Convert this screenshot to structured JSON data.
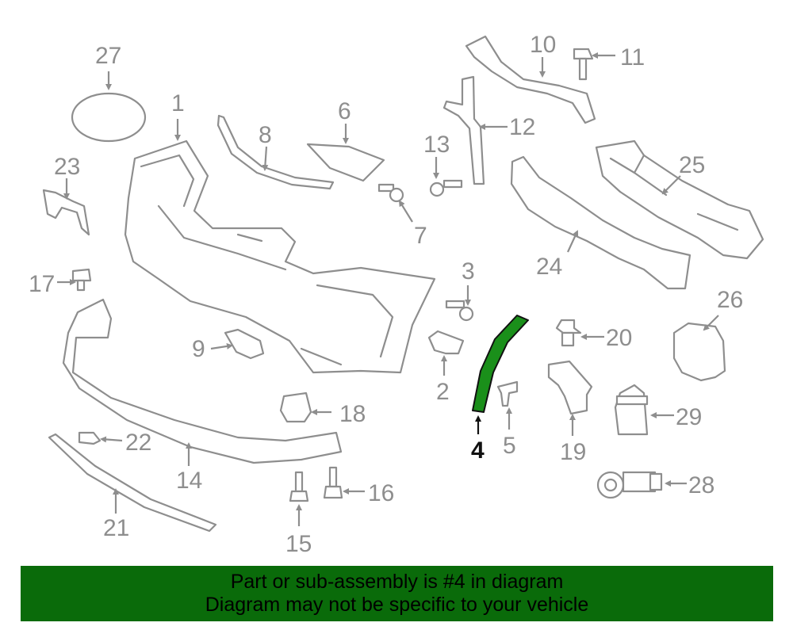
{
  "diagram": {
    "highlight_color": "#1a8f1a",
    "highlighted_part": "4",
    "callouts": [
      {
        "id": "1",
        "text": "1"
      },
      {
        "id": "2",
        "text": "2"
      },
      {
        "id": "3",
        "text": "3"
      },
      {
        "id": "4",
        "text": "4"
      },
      {
        "id": "5",
        "text": "5"
      },
      {
        "id": "6",
        "text": "6"
      },
      {
        "id": "7",
        "text": "7"
      },
      {
        "id": "8",
        "text": "8"
      },
      {
        "id": "9",
        "text": "9"
      },
      {
        "id": "10",
        "text": "10"
      },
      {
        "id": "11",
        "text": "11"
      },
      {
        "id": "12",
        "text": "12"
      },
      {
        "id": "13",
        "text": "13"
      },
      {
        "id": "14",
        "text": "14"
      },
      {
        "id": "15",
        "text": "15"
      },
      {
        "id": "16",
        "text": "16"
      },
      {
        "id": "17",
        "text": "17"
      },
      {
        "id": "18",
        "text": "18"
      },
      {
        "id": "19",
        "text": "19"
      },
      {
        "id": "20",
        "text": "20"
      },
      {
        "id": "21",
        "text": "21"
      },
      {
        "id": "22",
        "text": "22"
      },
      {
        "id": "23",
        "text": "23"
      },
      {
        "id": "24",
        "text": "24"
      },
      {
        "id": "25",
        "text": "25"
      },
      {
        "id": "26",
        "text": "26"
      },
      {
        "id": "27",
        "text": "27"
      },
      {
        "id": "28",
        "text": "28"
      },
      {
        "id": "29",
        "text": "29"
      }
    ]
  },
  "banner": {
    "line1": "Part or sub-assembly is #4 in diagram",
    "line2": "Diagram may not be specific to your vehicle",
    "color": "#0a6b0a"
  }
}
